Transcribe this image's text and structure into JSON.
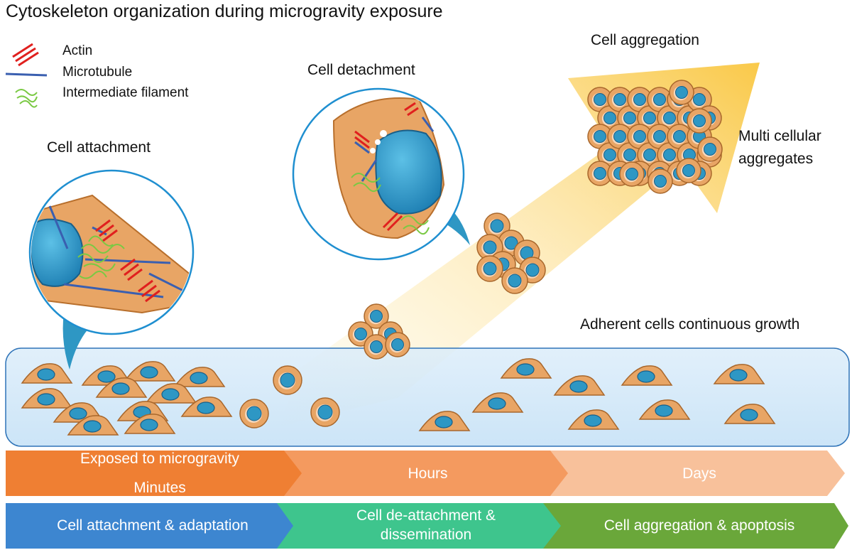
{
  "title": "Cytoskeleton organization during microgravity exposure",
  "legend": {
    "actin": "Actin",
    "microtubule": "Microtubule",
    "intermediate_filament": "Intermediate filament"
  },
  "labels": {
    "cell_attachment": "Cell attachment",
    "cell_detachment": "Cell detachment",
    "cell_aggregation": "Cell aggregation",
    "multi_cellular_line1": "Multi cellular",
    "multi_cellular_line2": "aggregates",
    "adherent_growth": "Adherent cells continuous growth"
  },
  "timeline": {
    "exposed_line1": "Exposed to microgravity",
    "exposed_line2": "Minutes",
    "hours": "Hours",
    "days": "Days"
  },
  "phases": {
    "phase1": "Cell attachment & adaptation",
    "phase2_line1": "Cell de-attachment &",
    "phase2_line2": "dissemination",
    "phase3": "Cell aggregation & apoptosis"
  },
  "colors": {
    "actin": "#e0201e",
    "microtubule": "#3a5fb0",
    "intermediate_filament": "#7ac943",
    "cell_body": "#e8a565",
    "nucleus": "#2e97c4",
    "dish": "#cde6f8",
    "arrow_yellow": "#fbd35c",
    "timeline_dark": "#ef7f33",
    "timeline_light": "#f8b98a",
    "phase_blue": "#3d86d0",
    "phase_teal": "#3ec58d",
    "phase_green": "#6aa73a"
  }
}
